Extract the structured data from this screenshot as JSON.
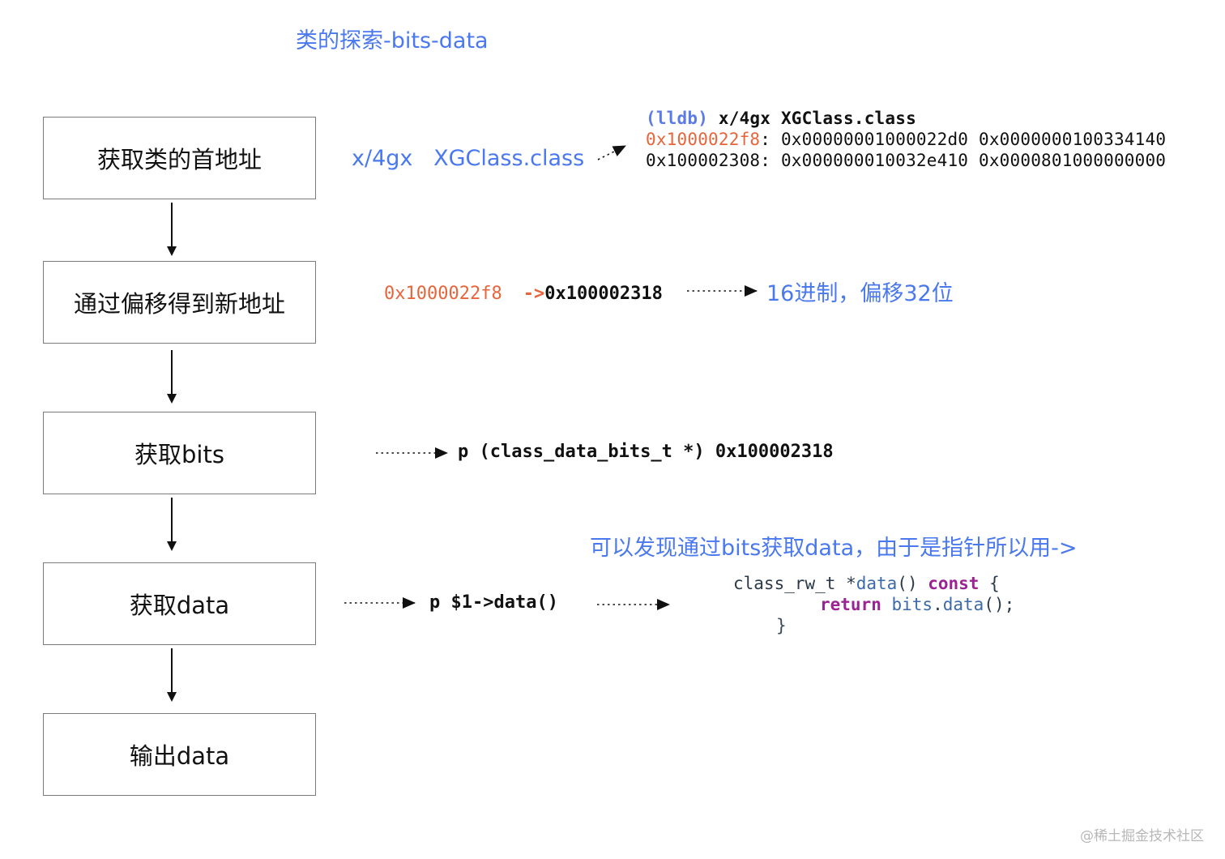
{
  "title": "类的探索-bits-data",
  "steps": [
    {
      "label": "获取类的首地址"
    },
    {
      "label": "通过偏移得到新地址"
    },
    {
      "label": "获取bits"
    },
    {
      "label": "获取data"
    },
    {
      "label": "输出data"
    }
  ],
  "step1": {
    "command": "x/4gx   XGClass.class",
    "lldb_prompt": "(lldb)",
    "lldb_command": " x/4gx XGClass.class",
    "line1_addr": "0x1000022f8",
    "line1_rest": ": 0x00000001000022d0 0x0000000100334140",
    "line2": "0x100002308: 0x000000010032e410 0x0000801000000000"
  },
  "step2": {
    "from_addr": "0x1000022f8",
    "arrow": "->",
    "to_addr": "0x100002318",
    "note": "16进制，偏移32位"
  },
  "step3": {
    "command": "p (class_data_bits_t *) 0x100002318"
  },
  "step4": {
    "note": "可以发现通过bits获取data，由于是指针所以用->",
    "command": "p $1->data()",
    "code": {
      "l1_type": "class_rw_t *",
      "l1_fn": "data",
      "l1_paren": "() ",
      "l1_kw": "const",
      "l1_brace": " {",
      "l2_kw": "return",
      "l2_obj": " bits",
      "l2_dot": ".",
      "l2_fn": "data",
      "l2_end": "();",
      "l3": "}"
    }
  },
  "watermark": "@稀土掘金技术社区",
  "colors": {
    "blue": "#4a78ee",
    "orange": "#e8643a",
    "keyword": "#9b2393",
    "border": "#7a7a7a"
  }
}
